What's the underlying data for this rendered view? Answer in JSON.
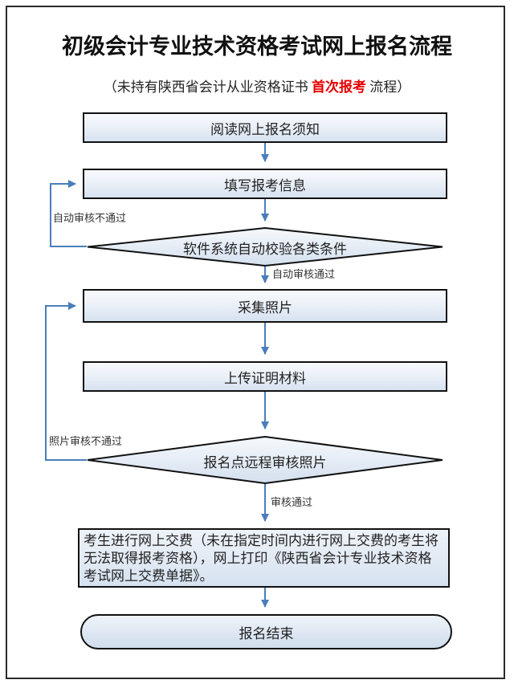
{
  "title": "初级会计专业技术资格考试网上报名流程",
  "subtitle": {
    "prefix": "（未持有陕西省会计从业资格证书 ",
    "highlight": "首次报考",
    "suffix": " 流程）"
  },
  "nodes": {
    "step1": "阅读网上报名须知",
    "step2": "填写报考信息",
    "decision1": "软件系统自动校验各类条件",
    "step3": "采集照片",
    "step4": "上传证明材料",
    "decision2": "报名点远程审核照片",
    "payment": "考生进行网上交费（未在指定时间内进行网上交费的考生将无法取得报考资格），网上打印《陕西省会计专业技术资格考试网上交费单据》。",
    "end": "报名结束"
  },
  "edge_labels": {
    "auto_fail": "自动审核不通过",
    "auto_pass": "自动审核通过",
    "photo_fail": "照片审核不通过",
    "review_pass": "审核通过"
  },
  "colors": {
    "arrow": "#4a7ebb",
    "shape_border": "#111111",
    "shape_fill_top": "#f8fafd",
    "shape_fill_bottom": "#d6e2f0",
    "highlight_text": "#e60000",
    "frame_border": "#2b2b2b"
  }
}
